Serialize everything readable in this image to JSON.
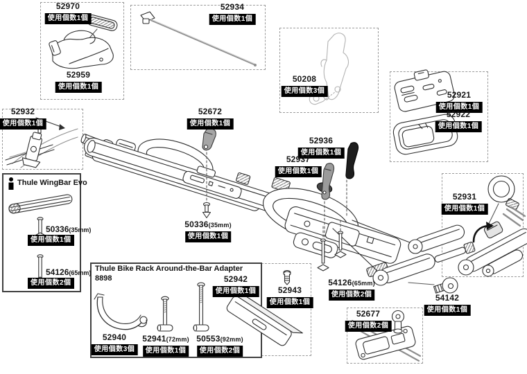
{
  "diagram": {
    "info_box": {
      "title": "Thule WingBar Evo"
    },
    "kit_box": {
      "title": "Thule Bike Rack Around-the-Bar Adapter",
      "code": "8898"
    }
  },
  "parts": {
    "52970": {
      "number": "52970",
      "qty": "使用個数1個"
    },
    "52959": {
      "number": "52959",
      "qty": "使用個数1個"
    },
    "52934": {
      "number": "52934",
      "qty": "使用個数1個"
    },
    "50208": {
      "number": "50208",
      "qty": "使用個数3個"
    },
    "52921": {
      "number": "52921",
      "qty": "使用個数1個"
    },
    "52922": {
      "number": "52922",
      "qty": "使用個数1個"
    },
    "52932": {
      "number": "52932",
      "qty": "使用個数1個"
    },
    "52672": {
      "number": "52672",
      "qty": "使用個数1個"
    },
    "52936": {
      "number": "52936",
      "qty": "使用個数1個"
    },
    "52937": {
      "number": "52937",
      "qty": "使用個数1個"
    },
    "52931": {
      "number": "52931",
      "qty": "使用個数1個"
    },
    "50336": {
      "number": "50336",
      "size": "(35mm)",
      "qty": "使用個数1個"
    },
    "54126": {
      "number": "54126",
      "size": "(65mm)",
      "qty": "使用個数2個"
    },
    "52940": {
      "number": "52940",
      "qty": "使用個数3個"
    },
    "52941": {
      "number": "52941",
      "size": "(72mm)",
      "qty": "使用個数1個"
    },
    "50553": {
      "number": "50553",
      "size": "(92mm)",
      "qty": "使用個数2個"
    },
    "52942": {
      "number": "52942",
      "qty": "使用個数1個"
    },
    "52943": {
      "number": "52943",
      "qty": "使用個数1個"
    },
    "54142": {
      "number": "54142",
      "qty": "使用個数1個"
    },
    "52677": {
      "number": "52677",
      "qty": "使用個数2個"
    }
  },
  "colors": {
    "line": "#2e2e2e",
    "badge_bg": "#000000",
    "badge_text": "#ffffff",
    "part_dark": "#1d1d1d",
    "part_gray": "#9b9b9b",
    "part_light": "#b2b2b2"
  }
}
